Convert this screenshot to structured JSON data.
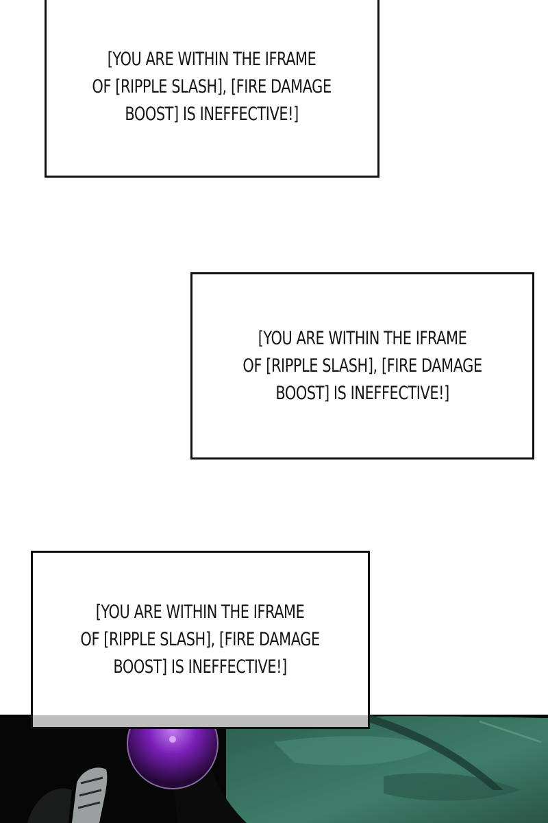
{
  "panels": [
    {
      "text": "[YOU ARE WITHIN THE IFRAME\nOF [RIPPLE SLASH], [FIRE DAMAGE\nBOOST] IS INEFFECTIVE!]"
    },
    {
      "text": "[YOU ARE WITHIN THE IFRAME\nOF [RIPPLE SLASH], [FIRE DAMAGE\nBOOST] IS INEFFECTIVE!]"
    },
    {
      "text": "[YOU ARE WITHIN THE IFRAME\nOF [RIPPLE SLASH], [FIRE DAMAGE\nBOOST] IS INEFFECTIVE!]"
    }
  ],
  "colors": {
    "page_background": "#ffffff",
    "box_border": "#111111",
    "text": "#151515",
    "scene_dark": "#050605",
    "scene_green": "#3f7d6a",
    "orb_purple": "#8a2cc9"
  },
  "scene": {
    "orb": "purple-energy-orb",
    "figure": "dark-armored-figure-silhouette"
  }
}
